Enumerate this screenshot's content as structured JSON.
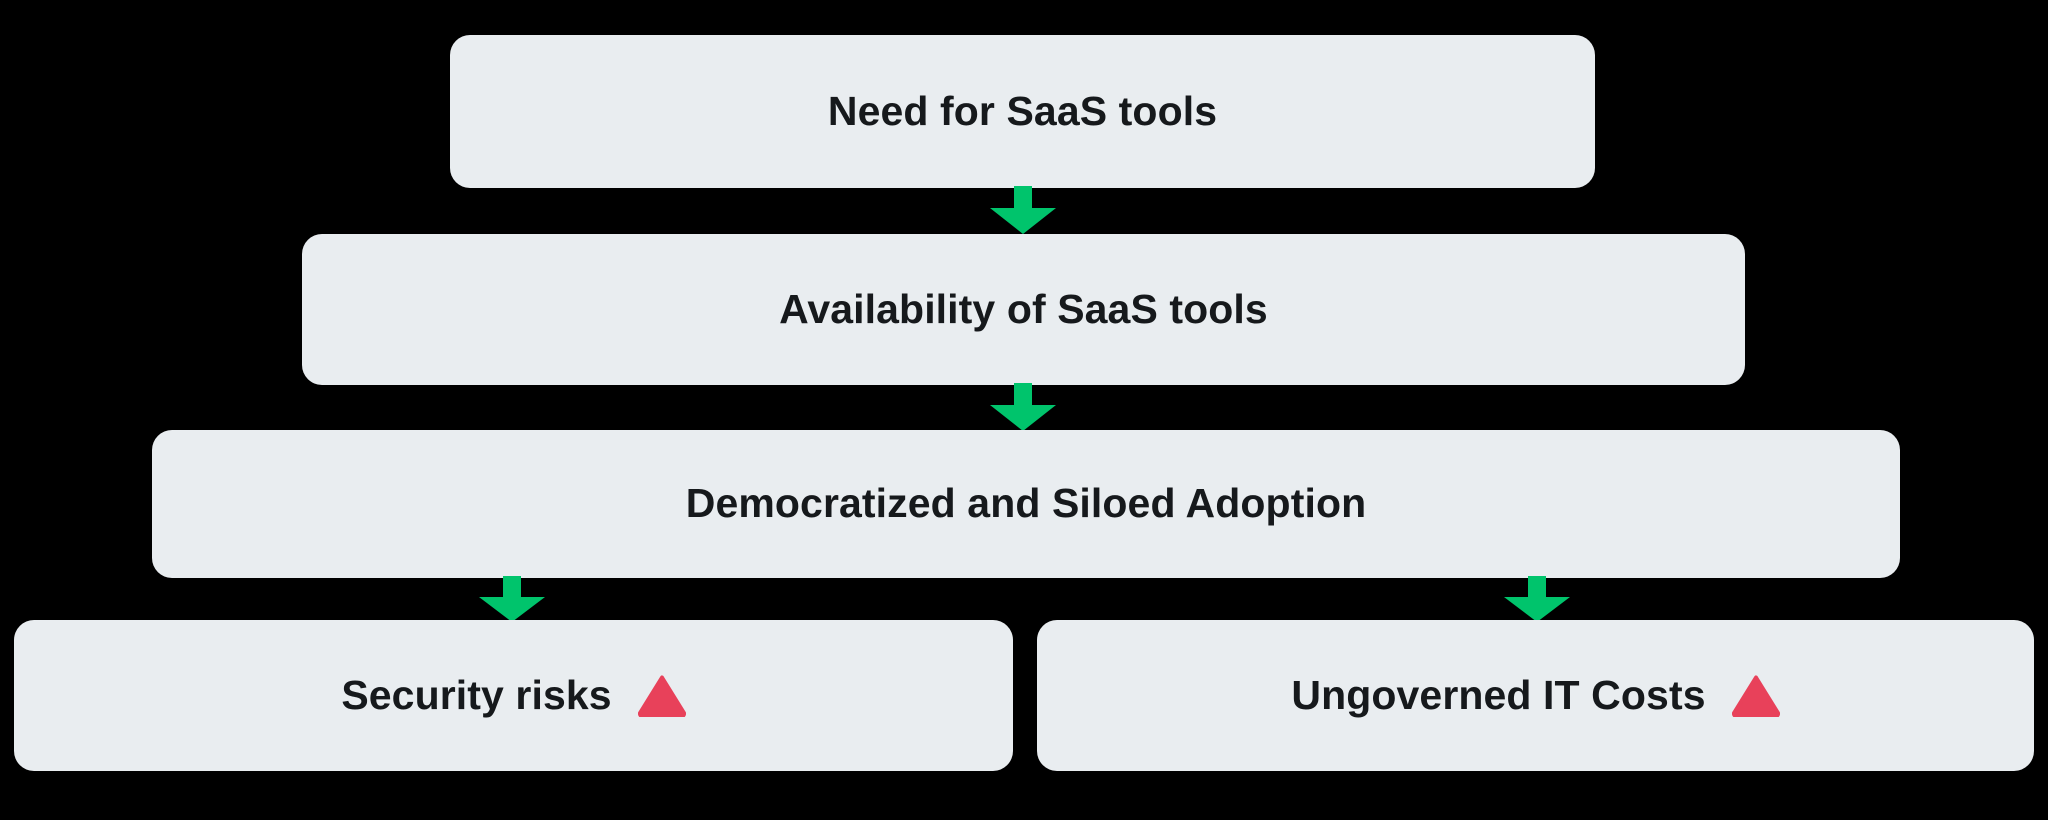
{
  "diagram": {
    "title": "SaaS adoption consequences flow",
    "background_color": "#000000",
    "box_fill_color": "#e9edf0",
    "text_color": "#16191c",
    "arrow_color": "#00c46c",
    "warning_color": "#e8415a",
    "nodes": [
      {
        "id": "need",
        "label": "Need for SaaS tools",
        "level": 1,
        "has_warning": false
      },
      {
        "id": "availability",
        "label": "Availability of SaaS tools",
        "level": 2,
        "has_warning": false
      },
      {
        "id": "adoption",
        "label": "Democratized and Siloed Adoption",
        "level": 3,
        "has_warning": false
      },
      {
        "id": "security",
        "label": "Security risks",
        "level": 4,
        "has_warning": true,
        "warning_icon": "warning-triangle-icon"
      },
      {
        "id": "costs",
        "label": "Ungoverned IT Costs",
        "level": 4,
        "has_warning": true,
        "warning_icon": "warning-triangle-icon"
      }
    ],
    "arrows": [
      {
        "id": "need-to-availability",
        "from": "need",
        "to": "availability",
        "icon": "arrow-down-icon"
      },
      {
        "id": "availability-to-adoption",
        "from": "availability",
        "to": "adoption",
        "icon": "arrow-down-icon"
      },
      {
        "id": "adoption-to-security",
        "from": "adoption",
        "to": "security",
        "icon": "arrow-down-icon"
      },
      {
        "id": "adoption-to-costs",
        "from": "adoption",
        "to": "costs",
        "icon": "arrow-down-icon"
      }
    ]
  }
}
